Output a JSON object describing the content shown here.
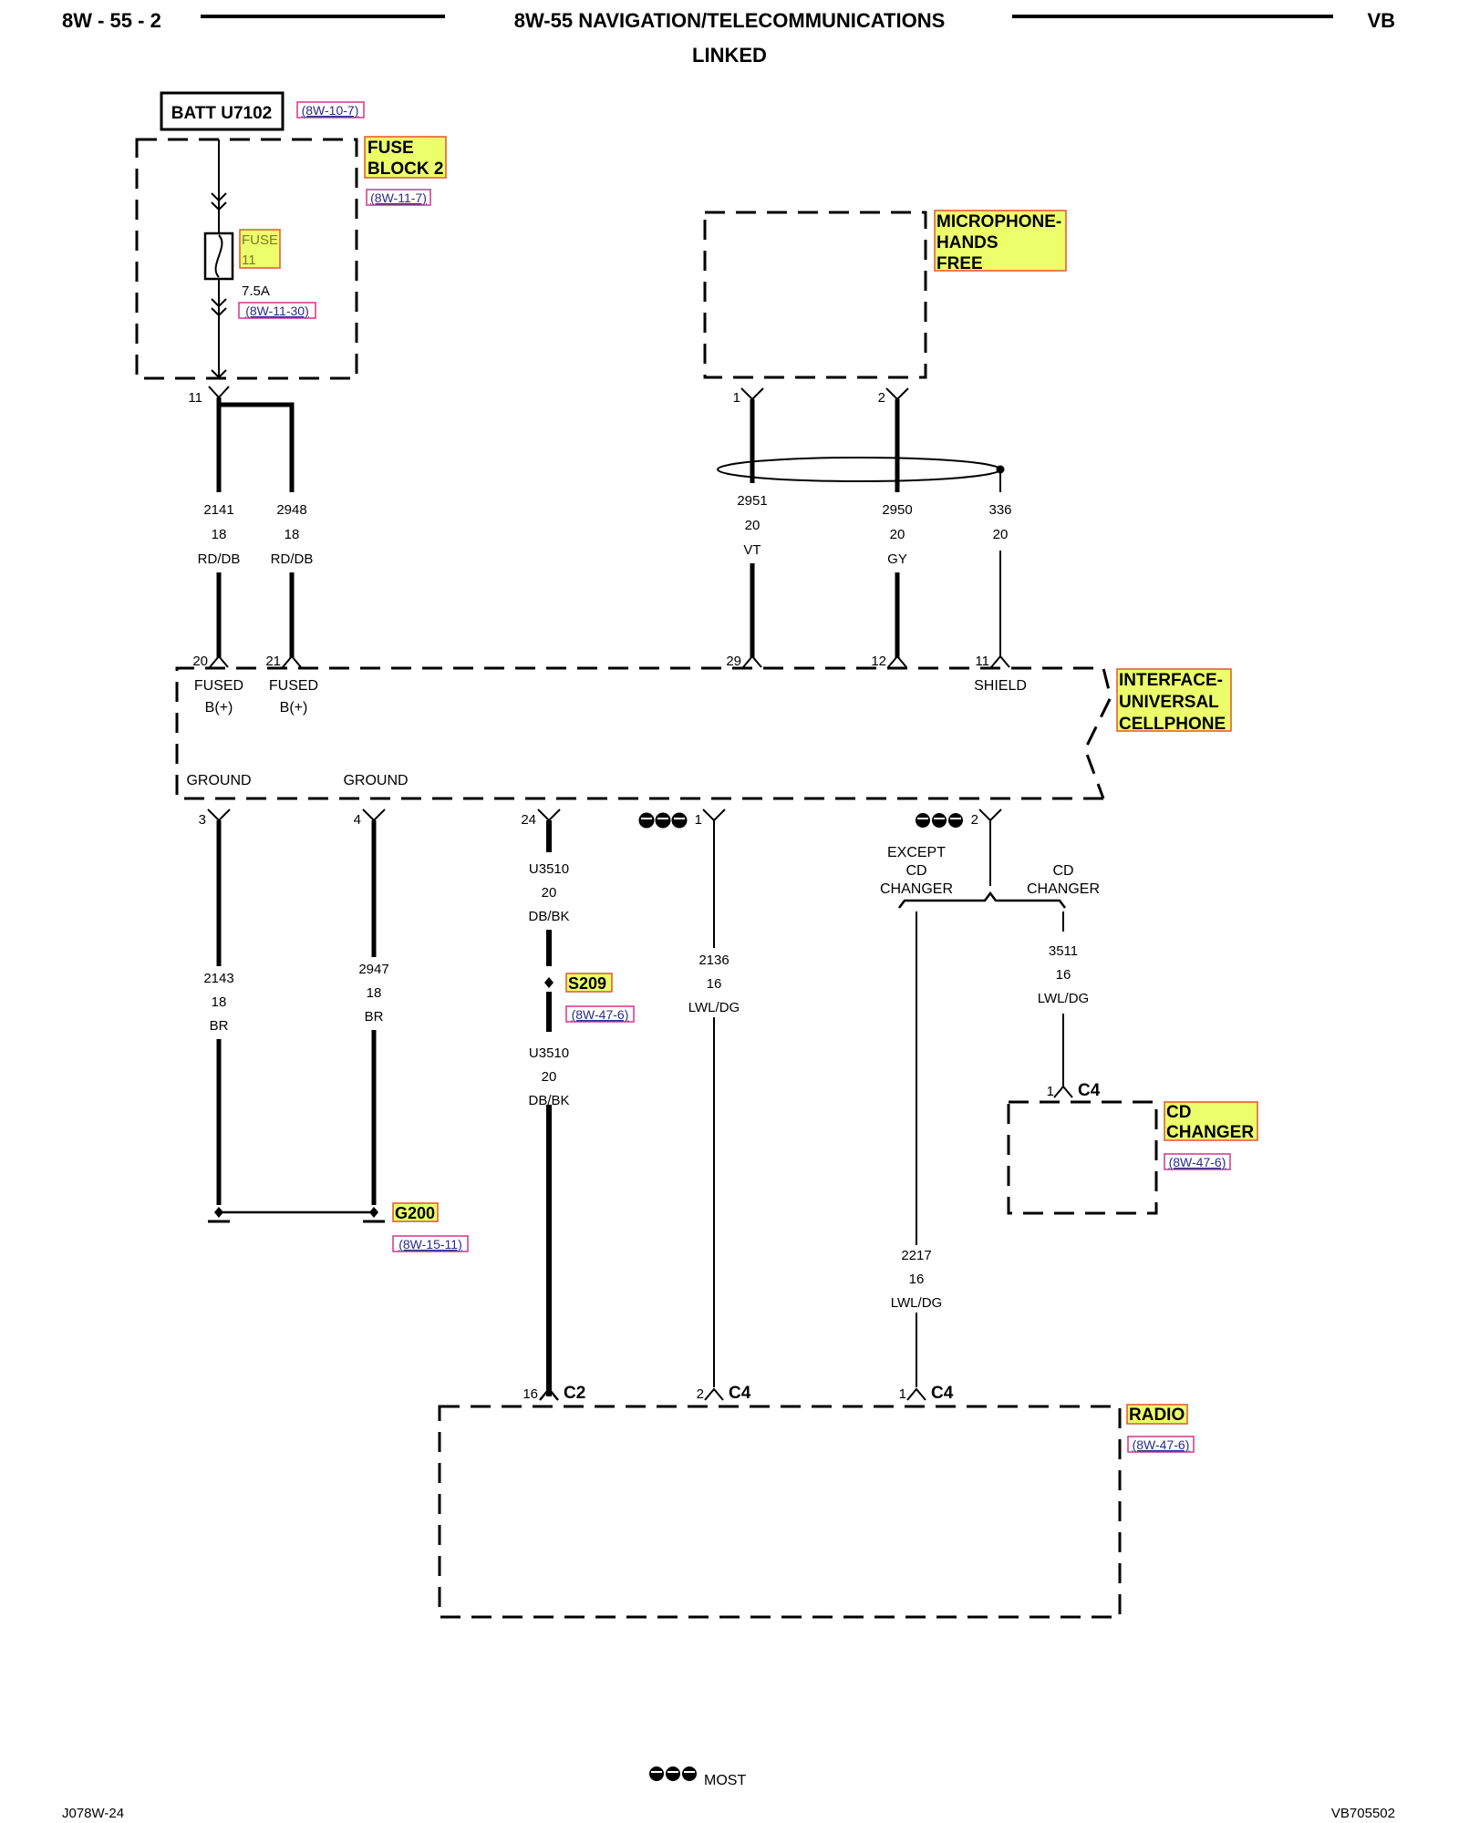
{
  "header": {
    "left": "8W - 55 - 2",
    "title": "8W-55 NAVIGATION/TELECOMMUNICATIONS",
    "right": "VB",
    "subtitle": "LINKED"
  },
  "footer": {
    "left": "J078W-24",
    "right": "VB705502",
    "legend": "MOST"
  },
  "colors": {
    "highlight": "#ecff6a",
    "highlight_border": "#e2552a",
    "ref_border": "#d6348a",
    "ref_text": "#2a2a8a",
    "line": "#000000"
  },
  "components": {
    "batt": "BATT U7102",
    "batt_ref": "(8W-10-7)",
    "fuse_block_1": "FUSE",
    "fuse_block_2": "BLOCK 2",
    "fuse_block_ref": "(8W-11-7)",
    "fuse_1": "FUSE",
    "fuse_2": "11",
    "fuse_rating": "7.5A",
    "fuse_ref": "(8W-11-30)",
    "mic_1": "MICROPHONE-",
    "mic_2": "HANDS",
    "mic_3": "FREE",
    "iface_1": "INTERFACE-",
    "iface_2": "UNIVERSAL",
    "iface_3": "CELLPHONE",
    "cd_1": "CD",
    "cd_2": "CHANGER",
    "cd_ref": "(8W-47-6)",
    "radio": "RADIO",
    "radio_ref": "(8W-47-6)",
    "s209": "S209",
    "s209_ref": "(8W-47-6)",
    "g200": "G200",
    "g200_ref": "(8W-15-11)"
  },
  "pins": {
    "fuse_out": "11",
    "mic_1": "1",
    "mic_2": "2",
    "if_20": "20",
    "if_21": "21",
    "if_29": "29",
    "if_12": "12",
    "if_11": "11",
    "if_3": "3",
    "if_4": "4",
    "if_24": "24",
    "if_1": "1",
    "if_2": "2",
    "cd_1": "1",
    "radio_16": "16",
    "radio_2": "2",
    "radio_1": "1"
  },
  "connectors": {
    "c4_cd": "C4",
    "c2_radio": "C2",
    "c4_radio_a": "C4",
    "c4_radio_b": "C4"
  },
  "labels": {
    "fused_a1": "FUSED",
    "fused_a2": "B(+)",
    "fused_b1": "FUSED",
    "fused_b2": "B(+)",
    "shield": "SHIELD",
    "ground_a": "GROUND",
    "ground_b": "GROUND",
    "except_1": "EXCEPT",
    "except_2": "CD",
    "except_3": "CHANGER",
    "cdch_1": "CD",
    "cdch_2": "CHANGER"
  },
  "wires": {
    "w2141": [
      "2141",
      "18",
      "RD/DB"
    ],
    "w2948": [
      "2948",
      "18",
      "RD/DB"
    ],
    "w2951": [
      "2951",
      "20",
      "VT"
    ],
    "w2950": [
      "2950",
      "20",
      "GY"
    ],
    "w336": [
      "336",
      "20"
    ],
    "w2143": [
      "2143",
      "18",
      "BR"
    ],
    "w2947": [
      "2947",
      "18",
      "BR"
    ],
    "wu3510a": [
      "U3510",
      "20",
      "DB/BK"
    ],
    "wu3510b": [
      "U3510",
      "20",
      "DB/BK"
    ],
    "w2136": [
      "2136",
      "16",
      "LWL/DG"
    ],
    "w3511": [
      "3511",
      "16",
      "LWL/DG"
    ],
    "w2217": [
      "2217",
      "16",
      "LWL/DG"
    ]
  }
}
